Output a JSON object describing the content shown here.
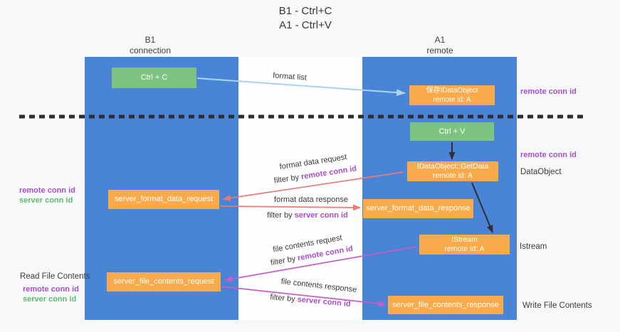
{
  "title": {
    "line1": "B1 - Ctrl+C",
    "line2": "A1 - Ctrl+V"
  },
  "lifelines": {
    "left": {
      "name": "B1",
      "role": "connection"
    },
    "right": {
      "name": "A1",
      "role": "remote"
    }
  },
  "nodes": {
    "ctrl_c": {
      "label": "Ctrl + C"
    },
    "save_idataobject": {
      "line1": "保存IDataObject",
      "line2": "remote id: A"
    },
    "ctrl_v": {
      "label": "Ctrl + V"
    },
    "idataobject_getdata": {
      "line1": "IDataObject::GetData",
      "line2": "remote id: A"
    },
    "server_format_data_request": {
      "label": "server_format_data_request"
    },
    "server_format_data_response": {
      "label": "server_format_data_response"
    },
    "istream": {
      "line1": "IStream",
      "line2": "remote id: A"
    },
    "server_file_contents_request": {
      "label": "server_file_contents_request"
    },
    "server_file_contents_response": {
      "label": "server_file_contents_response"
    }
  },
  "messages": {
    "format_list": {
      "label": "format list"
    },
    "format_data_request": {
      "label": "format data request",
      "filter_prefix": "filter by",
      "filter_key": "remote conn id"
    },
    "format_data_response": {
      "label": "format data response",
      "filter_prefix": "filter by",
      "filter_key": "server conn id"
    },
    "file_contents_request": {
      "label": "file contents request",
      "filter_prefix": "filter by",
      "filter_key": "remote conn id"
    },
    "file_contents_response": {
      "label": "file contents response",
      "filter_prefix": "filter by",
      "filter_key": "server conn id"
    }
  },
  "annotations": {
    "right_top_conn_id": "remote conn id",
    "right_mid_conn_id": "remote conn id",
    "dataobject": "DataObject",
    "istream": "Istream",
    "write_file_contents": "Write File Contents",
    "read_file_contents": "Read File Contents",
    "left_format": {
      "remote": "remote conn id",
      "server": "server conn id"
    },
    "left_file": {
      "remote": "remote conn id",
      "server": "server conn id"
    }
  },
  "colors": {
    "background": "#f7f8fa",
    "lifeline_blue": "#4a84d6",
    "action_green": "#7cc47f",
    "message_orange": "#f9ab4b",
    "arrow_light_blue": "#a8d4f0",
    "arrow_salmon": "#e87a7a",
    "arrow_magenta": "#c45fc4",
    "arrow_black": "#2f2f2f",
    "remote_conn_purple": "#ab4fc7",
    "server_conn_green": "#5cbd6a"
  }
}
